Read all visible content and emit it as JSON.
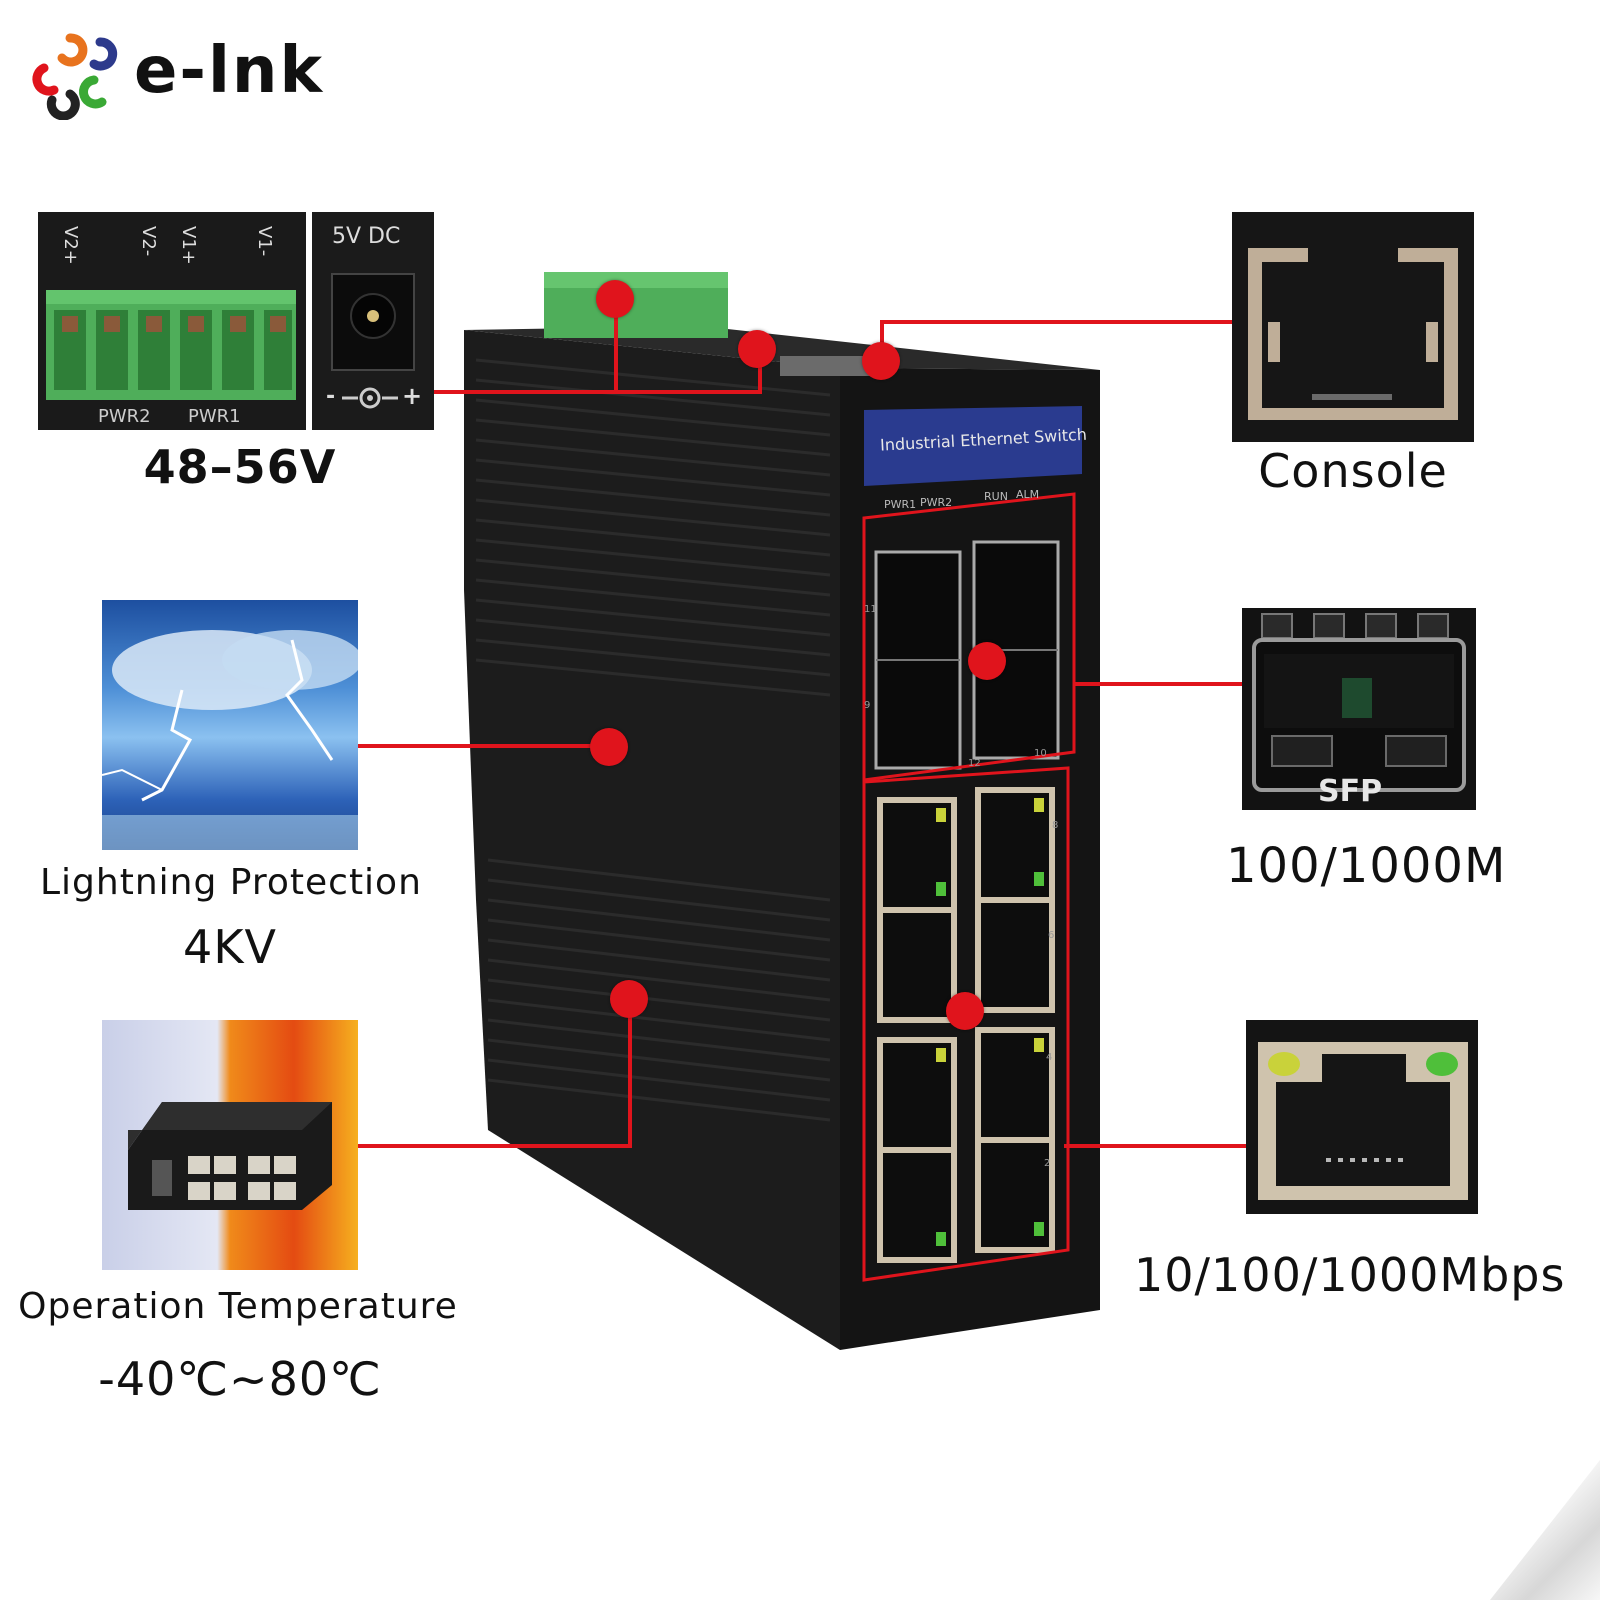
{
  "brand": {
    "name": "e-lnk"
  },
  "power": {
    "terminal_labels": [
      "V2+",
      "V2-",
      "V1+",
      "V1-"
    ],
    "terminal_group_labels": [
      "PWR2",
      "PWR1"
    ],
    "dc_label": "5V DC",
    "polarity_minus": "-",
    "polarity_plus": "+",
    "caption": "48–56V"
  },
  "console": {
    "caption": "Console"
  },
  "sfp": {
    "badge": "SFP",
    "caption": "100/1000M"
  },
  "rj45": {
    "caption": "10/100/1000Mbps"
  },
  "lightning": {
    "caption_line1": "Lightning Protection",
    "caption_line2": "4KV"
  },
  "temperature": {
    "caption_line1": "Operation Temperature",
    "caption_line2": "-40℃~80℃"
  },
  "device": {
    "front_label": "Industrial Ethernet Switch",
    "led_labels": [
      "PWR1",
      "PWR2",
      "RUN",
      "ALM"
    ],
    "sfp_port_numbers": [
      "11",
      "9",
      "12",
      "10"
    ],
    "rj45_port_numbers": [
      "8",
      "6",
      "4",
      "2"
    ]
  },
  "colors": {
    "accent_red": "#e0141c",
    "terminal_green": "#4fae5a",
    "label_blue": "#2a3b8f"
  }
}
